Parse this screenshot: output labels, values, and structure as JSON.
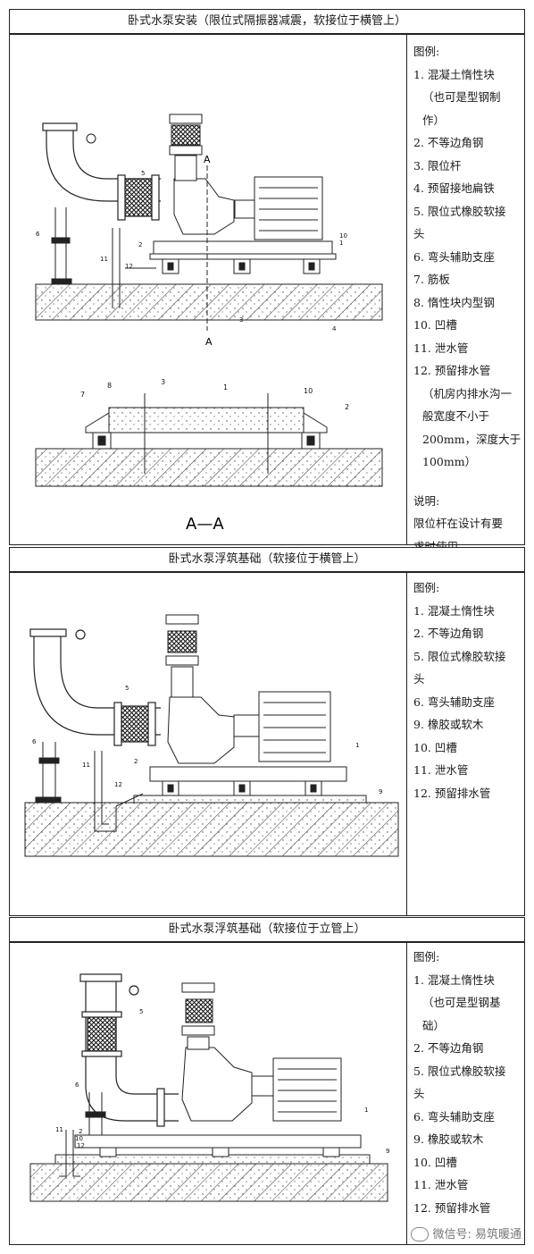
{
  "panel1": {
    "title": "卧式水泵安装（限位式隔振器减震，软接位于横管上）",
    "legend_title": "图例:",
    "legend": [
      "1. 混凝土惰性块",
      "（也可是型钢制",
      "作）",
      "2. 不等边角钢",
      "3. 限位杆",
      "4. 预留接地扁铁",
      "5. 限位式橡胶软接",
      "头",
      "6. 弯头辅助支座",
      "7. 筋板",
      "8. 惰性块内型钢",
      "10. 凹槽",
      "11. 泄水管",
      "12. 预留排水管",
      "（机房内排水沟一",
      "般宽度不小于",
      "200mm，深度大于",
      "100mm）"
    ],
    "note_title": "说明:",
    "note": [
      "限位杆在设计有要",
      "求时使用"
    ],
    "section_mark": "A",
    "section_label": "A—A",
    "callouts": [
      "1",
      "2",
      "3",
      "4",
      "5",
      "6",
      "10",
      "11",
      "12"
    ],
    "section_callouts": [
      "7",
      "8",
      "3",
      "1",
      "10",
      "2"
    ]
  },
  "panel2": {
    "title": "卧式水泵浮筑基础（软接位于横管上）",
    "legend_title": "图例:",
    "legend": [
      "1. 混凝土惰性块",
      "2. 不等边角钢",
      "5. 限位式橡胶软接",
      "头",
      "6. 弯头辅助支座",
      "9. 橡胶或软木",
      "10. 凹槽",
      "11. 泄水管",
      "12. 预留排水管"
    ],
    "callouts": [
      "6",
      "5",
      "11",
      "2",
      "12",
      "1",
      "9"
    ]
  },
  "panel3": {
    "title": "卧式水泵浮筑基础（软接位于立管上）",
    "legend_title": "图例:",
    "legend": [
      "1. 混凝土惰性块",
      "（也可是型钢基",
      "础）",
      "2. 不等边角钢",
      "5. 限位式橡胶软接",
      "头",
      "6. 弯头辅助支座",
      "9. 橡胶或软木",
      "10. 凹槽",
      "11. 泄水管",
      "12. 预留排水管"
    ],
    "callouts": [
      "5",
      "6",
      "11",
      "2",
      "10",
      "12",
      "1",
      "9"
    ]
  },
  "watermark": "微信号: 易筑暖通"
}
